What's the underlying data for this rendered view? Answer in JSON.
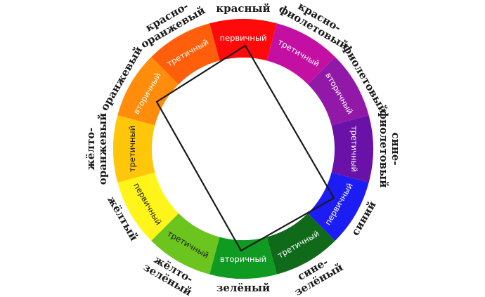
{
  "wheel": {
    "segments": [
      {
        "color": "#ff0a0a",
        "type": "первичный",
        "name": [
          "красный"
        ],
        "text_color": "#ffffff"
      },
      {
        "color": "#c40fa3",
        "type": "третичный",
        "name": [
          "красно-",
          "фиолетовый"
        ],
        "text_color": "#ffffff"
      },
      {
        "color": "#9219a8",
        "type": "вторичный",
        "name": [
          "фиолетовый"
        ],
        "text_color": "#ffffff"
      },
      {
        "color": "#6a12a8",
        "type": "третичный",
        "name": [
          "сине-",
          "фиолетовый"
        ],
        "text_color": "#ffffff"
      },
      {
        "color": "#1c1cf5",
        "type": "первичный",
        "name": [
          "синий"
        ],
        "text_color": "#ffffff"
      },
      {
        "color": "#0f6a1a",
        "type": "третичный",
        "name": [
          "сине-",
          "зелёный"
        ],
        "text_color": "#ffffff"
      },
      {
        "color": "#0f9a22",
        "type": "вторичный",
        "name": [
          "зелёный"
        ],
        "text_color": "#ffffff"
      },
      {
        "color": "#6cc41e",
        "type": "третичный",
        "name": [
          "жёлто-",
          "зелёный"
        ],
        "text_color": "#1a1a1a"
      },
      {
        "color": "#fff51a",
        "type": "первичный",
        "name": [
          "жёлтый"
        ],
        "text_color": "#1a1a1a"
      },
      {
        "color": "#ffc60a",
        "type": "третичный",
        "name": [
          "жёлто-",
          "оранжевый"
        ],
        "text_color": "#1a1a1a"
      },
      {
        "color": "#ff8c0a",
        "type": "вторичный",
        "name": [
          "оранжевый"
        ],
        "text_color": "#ffffff"
      },
      {
        "color": "#ff5e0a",
        "type": "третичный",
        "name": [
          "красно-",
          "оранжевый"
        ],
        "text_color": "#ffffff"
      }
    ]
  }
}
